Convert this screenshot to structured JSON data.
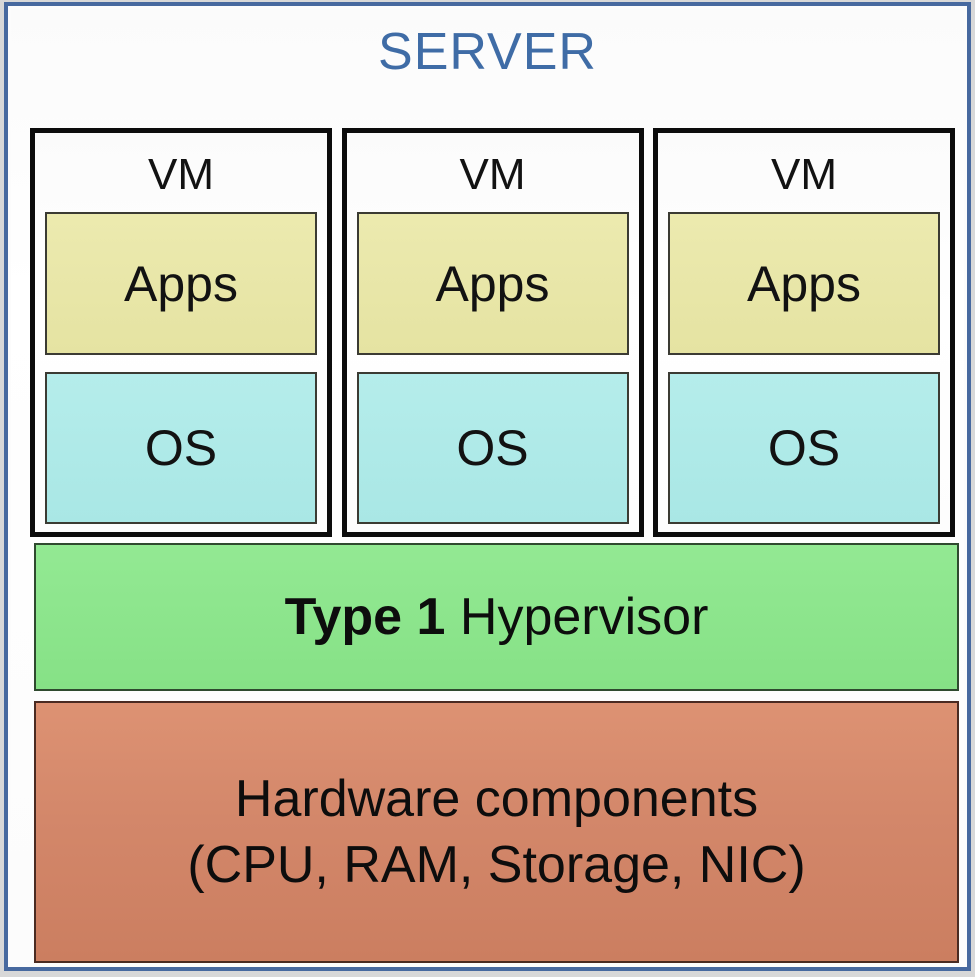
{
  "diagram": {
    "title": "SERVER",
    "title_color": "#3f6ca6",
    "frame_color": "#47699f",
    "background_color": "#fcfcfc"
  },
  "vms": [
    {
      "label": "VM",
      "apps": {
        "label": "Apps",
        "color": "#e7e5a7"
      },
      "os": {
        "label": "OS",
        "color": "#aeeae8"
      }
    },
    {
      "label": "VM",
      "apps": {
        "label": "Apps",
        "color": "#e7e5a7"
      },
      "os": {
        "label": "OS",
        "color": "#aeeae8"
      }
    },
    {
      "label": "VM",
      "apps": {
        "label": "Apps",
        "color": "#e7e5a7"
      },
      "os": {
        "label": "OS",
        "color": "#aeeae8"
      }
    }
  ],
  "hypervisor": {
    "label_bold": "Type 1",
    "label_rest": " Hypervisor",
    "color": "#8ce58c"
  },
  "hardware": {
    "line1": "Hardware components",
    "line2": "(CPU, RAM, Storage, NIC)",
    "color": "#d18465"
  }
}
